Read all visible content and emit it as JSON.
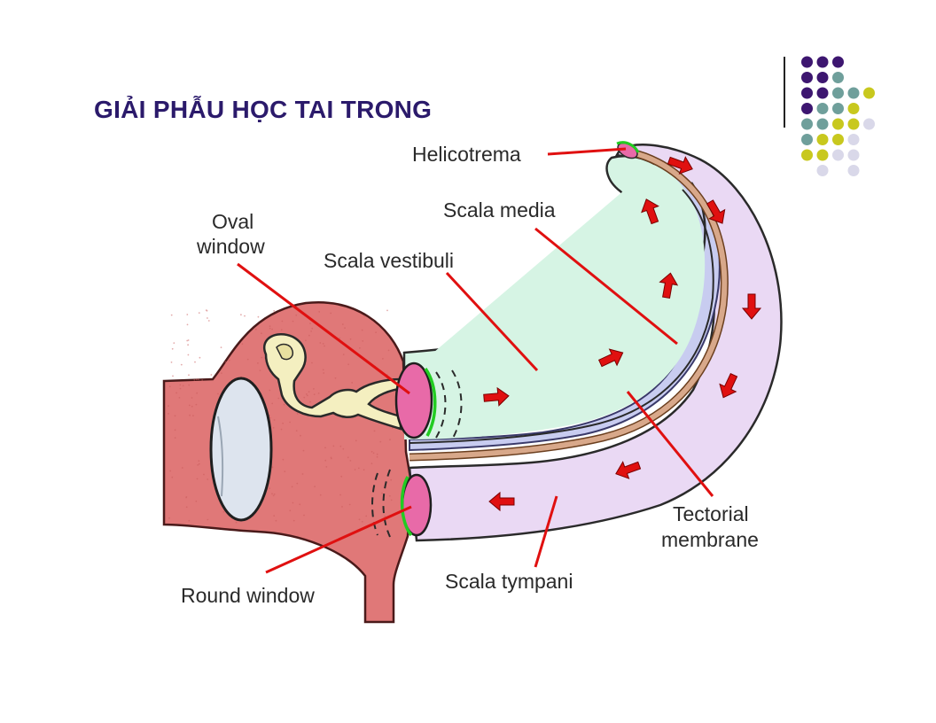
{
  "slide": {
    "title": "GIẢI PHẪU HỌC TAI TRONG"
  },
  "decoration": {
    "dot_colors": {
      "purple": "#3d1670",
      "teal": "#6f9f9b",
      "yellow": "#c8c81e",
      "lavender": "#d9d8e9"
    }
  },
  "diagram": {
    "labels": {
      "helicotrema": "Helicotrema",
      "scala_media": "Scala media",
      "oval_window_1": "Oval",
      "oval_window_2": "window",
      "scala_vestibuli": "Scala vestibuli",
      "tectorial_1": "Tectorial",
      "tectorial_2": "membrane",
      "round_window": "Round window",
      "scala_tympani": "Scala tympani"
    },
    "colors": {
      "middle_ear": "#e07878",
      "scala_vestibuli": "#d6f4e4",
      "scala_tympani": "#ead9f4",
      "scala_media": "#c8ccf0",
      "tectorial_membrane": "#d8a88a",
      "oval_window": "#e86aa8",
      "ossicles": "#f4efc0",
      "tympanic_membrane": "#dde4ee",
      "leader_line": "#e01010",
      "flow_arrow": "#e01010"
    }
  }
}
